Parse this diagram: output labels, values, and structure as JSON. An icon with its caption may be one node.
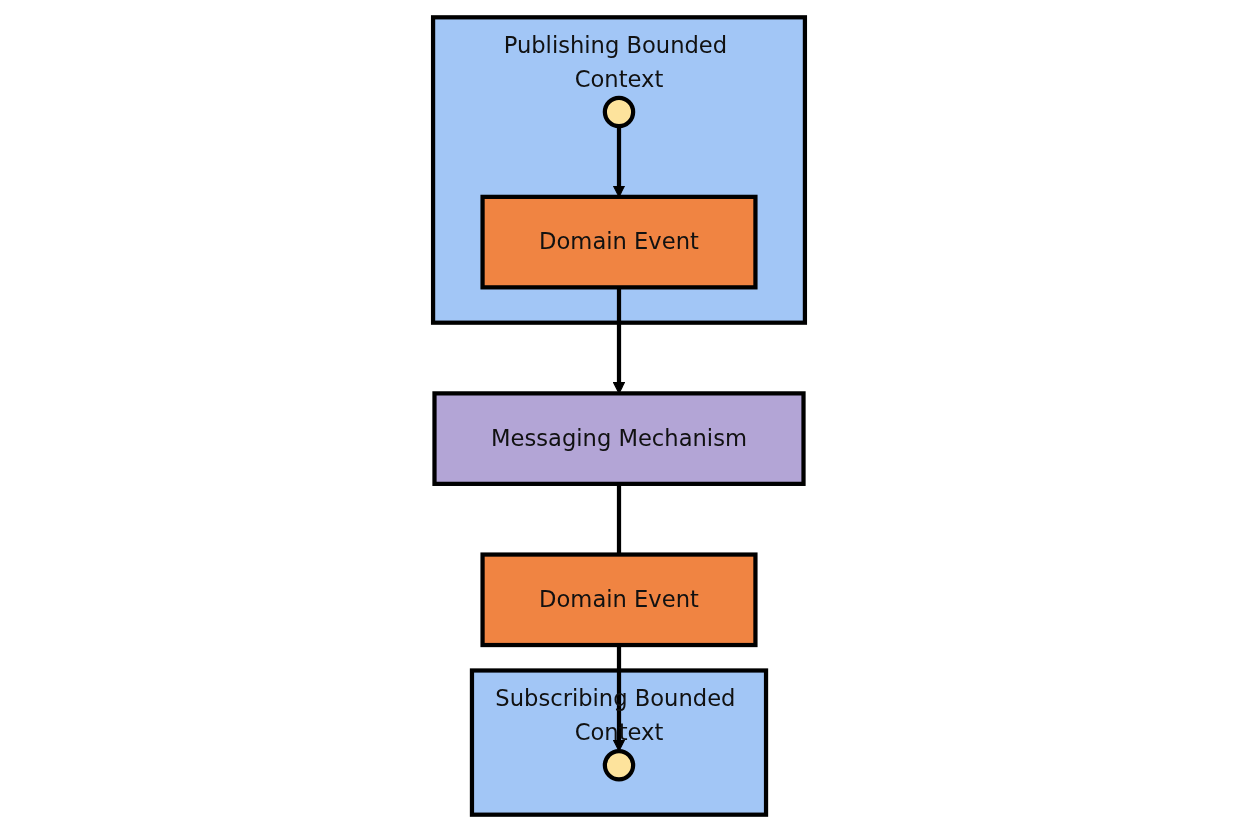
{
  "diagram": {
    "nodes": [
      {
        "text": [
          "Publishing Bounded Context"
        ]
      },
      {
        "text": [],
        "shape": "circle",
        "in": 0
      },
      {
        "text": [
          "Domain Event"
        ],
        "in": 0
      },
      {
        "text": [
          "Messaging Mechanism"
        ]
      },
      {
        "text": [
          "Subscribing Bounded Context"
        ]
      },
      {
        "text": [],
        "shape": "circle",
        "in": 4
      },
      {
        "text": [
          "Domain Event"
        ]
      }
    ],
    "edges": [
      {
        "from": 1,
        "to": 2,
        "arrow": "to"
      },
      {
        "from": 2,
        "to": 3,
        "arrow": "to"
      },
      {
        "from": 3,
        "to": 6,
        "arrow": "none"
      },
      {
        "from": 6,
        "to": 5,
        "arrow": "to"
      }
    ]
  }
}
